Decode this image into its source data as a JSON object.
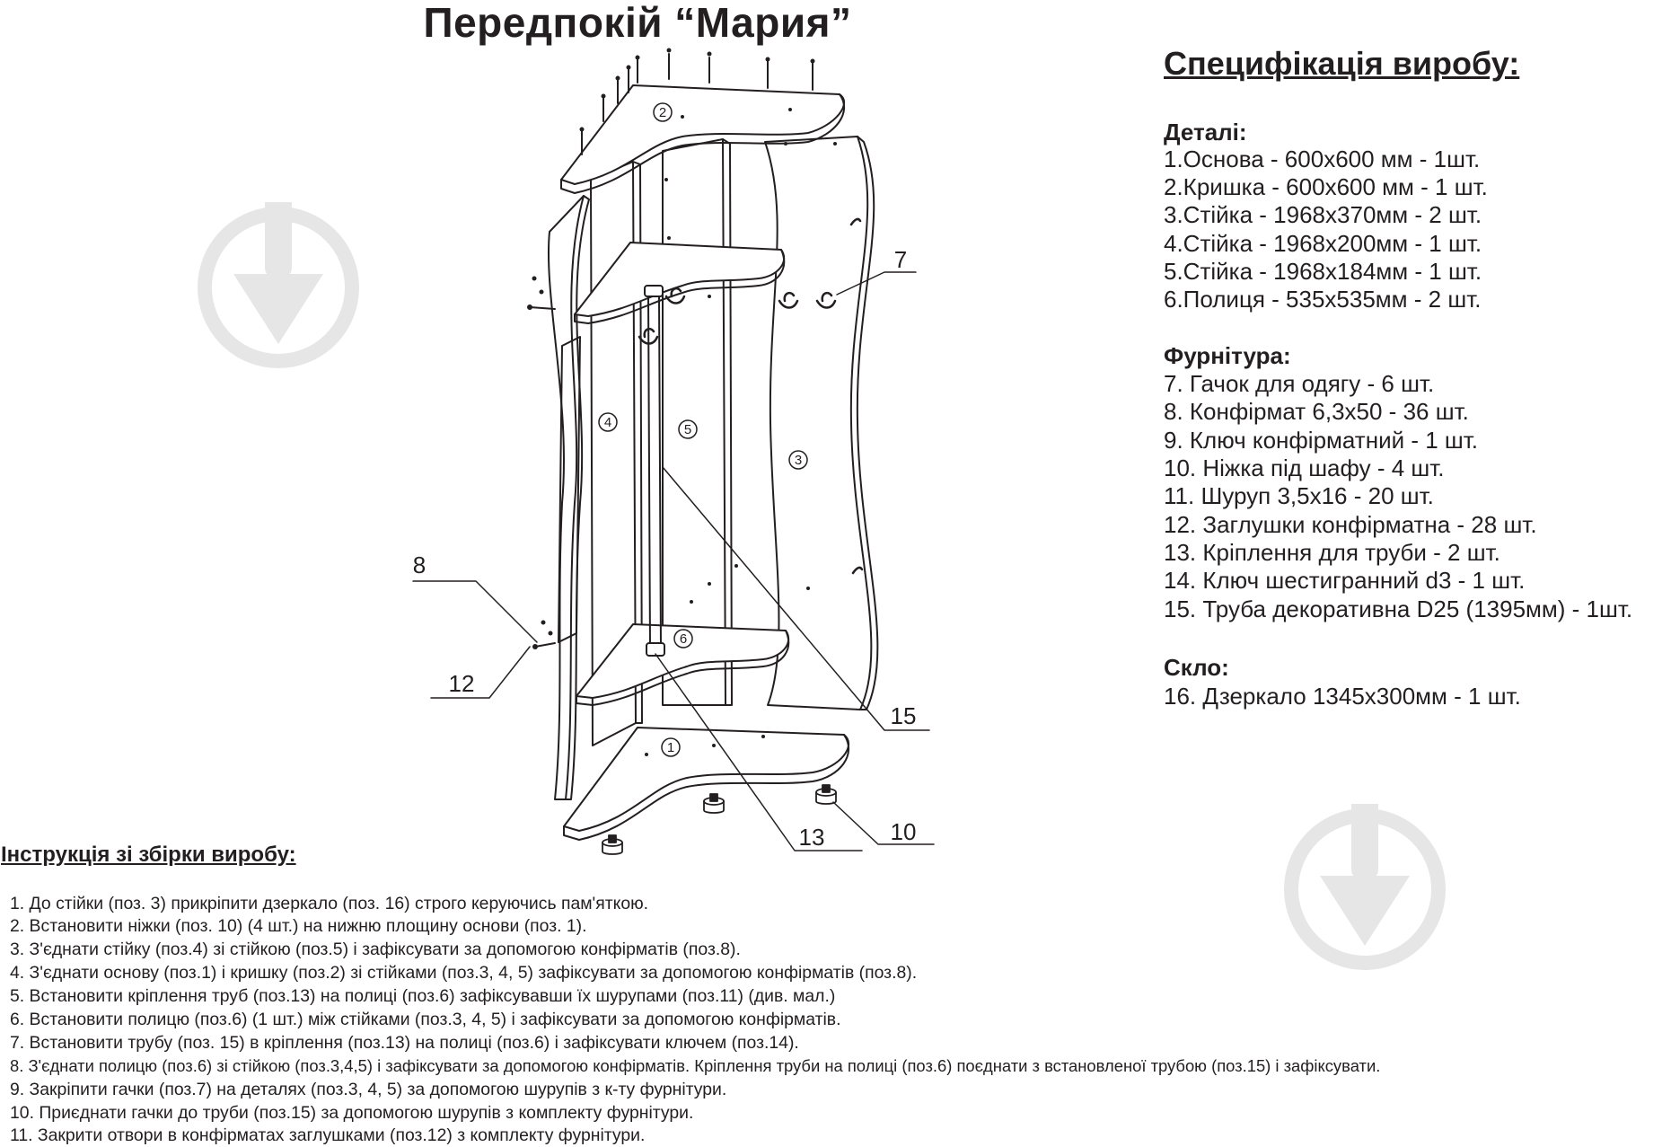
{
  "title": "Передпокій “Мария”",
  "diagram": {
    "part_markers": [
      "1",
      "2",
      "3",
      "4",
      "5",
      "6"
    ],
    "callouts": [
      "7",
      "8",
      "10",
      "12",
      "13",
      "15"
    ]
  },
  "spec": {
    "title": "Специфікація виробу:",
    "details_title": "Деталі:",
    "details": [
      "1.Основа - 600х600 мм - 1шт.",
      "2.Кришка - 600х600 мм - 1 шт.",
      "3.Стійка - 1968х370мм - 2 шт.",
      "4.Стійка - 1968х200мм - 1 шт.",
      "5.Стійка - 1968х184мм - 1 шт.",
      "6.Полиця - 535х535мм - 2 шт."
    ],
    "hardware_title": "Фурнітура:",
    "hardware": [
      "7. Гачок для одягу - 6 шт.",
      "8. Конфірмат 6,3х50 - 36 шт.",
      "9. Ключ конфірматний - 1 шт.",
      "10. Ніжка під шафу - 4 шт.",
      "11. Шуруп 3,5х16 - 20 шт.",
      "12. Заглушки конфірматна - 28 шт.",
      "13. Кріплення для труби - 2 шт.",
      "14. Ключ шестигранний d3 - 1 шт.",
      "15. Труба декоративна D25 (1395мм) - 1шт."
    ],
    "glass_title": "Скло:",
    "glass": [
      "16. Дзеркало 1345х300мм - 1 шт."
    ]
  },
  "instructions": {
    "title": "Інструкція зі збірки виробу:",
    "steps": [
      "1. До стійки (поз. 3) прикріпити дзеркало (поз. 16) строго керуючись пам'яткою.",
      "2. Встановити ніжки (поз. 10) (4 шт.) на нижню площину основи (поз. 1).",
      "3. З'єднати стійку (поз.4) зі стійкою (поз.5) і зафіксувати за допомогою конфірматів (поз.8).",
      "4. З'єднати основу (поз.1) і кришку (поз.2) зі стійками (поз.3, 4, 5) зафіксувати за допомогою конфірматів (поз.8).",
      "5. Встановити кріплення труб (поз.13) на полиці (поз.6) зафіксувавши їх шурупами (поз.11) (див. мал.)",
      "6. Встановити полицю (поз.6) (1 шт.) між стійками (поз.3, 4, 5) і зафіксувати за допомогою конфірматів.",
      "7. Встановити трубу (поз. 15) в кріплення (поз.13) на полиці (поз.6) і зафіксувати ключем (поз.14).",
      "8. З'єднати полицю (поз.6) зі стійкою (поз.3,4,5) і зафіксувати за допомогою конфірматів. Кріплення труби на полиці (поз.6) поєднати з встановленої трубою (поз.15) і зафіксувати.",
      "9. Закріпити гачки (поз.7) на деталях (поз.3, 4, 5) за допомогою шурупів з к-ту фурнітури.",
      "10. Приєднати гачки до труби (поз.15)  за допомогою шурупів з комплекту фурнітури.",
      "11. Закрити отвори в конфірматах заглушками (поз.12) з комплекту фурнітури."
    ]
  }
}
